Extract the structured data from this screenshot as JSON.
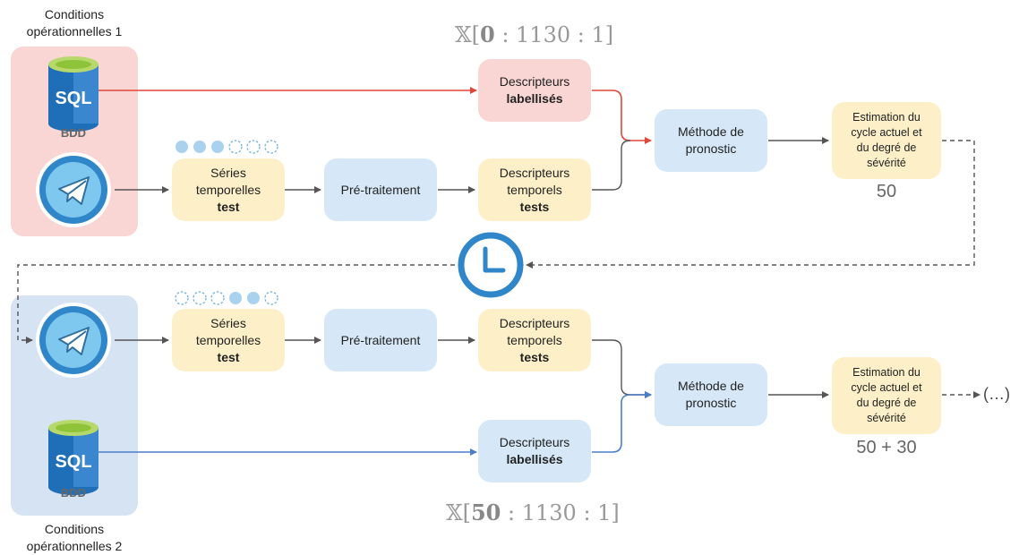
{
  "top": {
    "condition_line1": "Conditions",
    "condition_line2": "opérationnelles 1",
    "bdd": "BDD",
    "sql": "SQL",
    "x_label": {
      "prefix": "𝕏[",
      "bold": "0",
      "suffix": " : 1130 : 1]"
    },
    "desc_labelled": {
      "line1": "Descripteurs",
      "line2": "labellisés"
    },
    "series": {
      "line1": "Séries",
      "line2": "temporelles",
      "line3": "test"
    },
    "preprocess": "Pré-traitement",
    "desc_temporal": {
      "line1": "Descripteurs",
      "line2": "temporels",
      "line3": "tests"
    },
    "method": {
      "line1": "Méthode de",
      "line2": "pronostic"
    },
    "estimation": {
      "line1": "Estimation du",
      "line2": "cycle actuel et",
      "line3": "du degré de",
      "line4": "sévérité"
    },
    "result": "50",
    "dots": [
      true,
      true,
      true,
      false,
      false,
      false
    ]
  },
  "bottom": {
    "condition_line1": "Conditions",
    "condition_line2": "opérationnelles 2",
    "bdd": "BDD",
    "sql": "SQL",
    "x_label": {
      "prefix": "𝕏[",
      "bold": "50",
      "suffix": " : 1130 : 1]"
    },
    "desc_labelled": {
      "line1": "Descripteurs",
      "line2": "labellisés"
    },
    "series": {
      "line1": "Séries",
      "line2": "temporelles",
      "line3": "test"
    },
    "preprocess": "Pré-traitement",
    "desc_temporal": {
      "line1": "Descripteurs",
      "line2": "temporels",
      "line3": "tests"
    },
    "method": {
      "line1": "Méthode de",
      "line2": "pronostic"
    },
    "estimation": {
      "line1": "Estimation du",
      "line2": "cycle actuel et",
      "line3": "du degré de",
      "line4": "sévérité"
    },
    "result": "50 + 30",
    "continuation": "(…)",
    "dots": [
      false,
      false,
      false,
      true,
      true,
      false
    ]
  },
  "colors": {
    "top_link": "#e0463a",
    "bottom_link": "#4a7fc8",
    "arrow": "#555555",
    "clock": "#2f86c8",
    "filled_dot": "#a9d2ef",
    "empty_dot": "#6fb0e0"
  },
  "icons": [
    "sql-database-icon",
    "telegram-send-icon",
    "clock-icon"
  ]
}
